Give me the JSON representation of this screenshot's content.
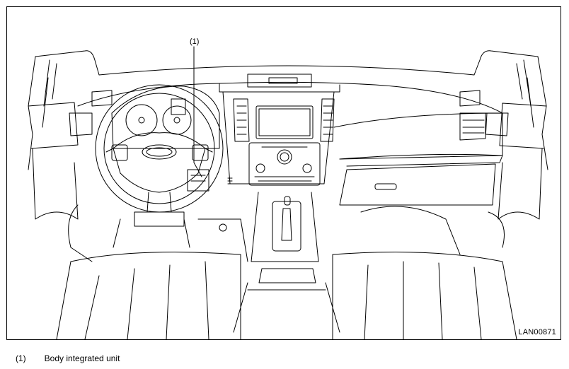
{
  "figure": {
    "callout_marker": "(1)",
    "figure_code": "LAN00871"
  },
  "legend": [
    {
      "marker": "(1)",
      "text": "Body integrated unit"
    }
  ]
}
